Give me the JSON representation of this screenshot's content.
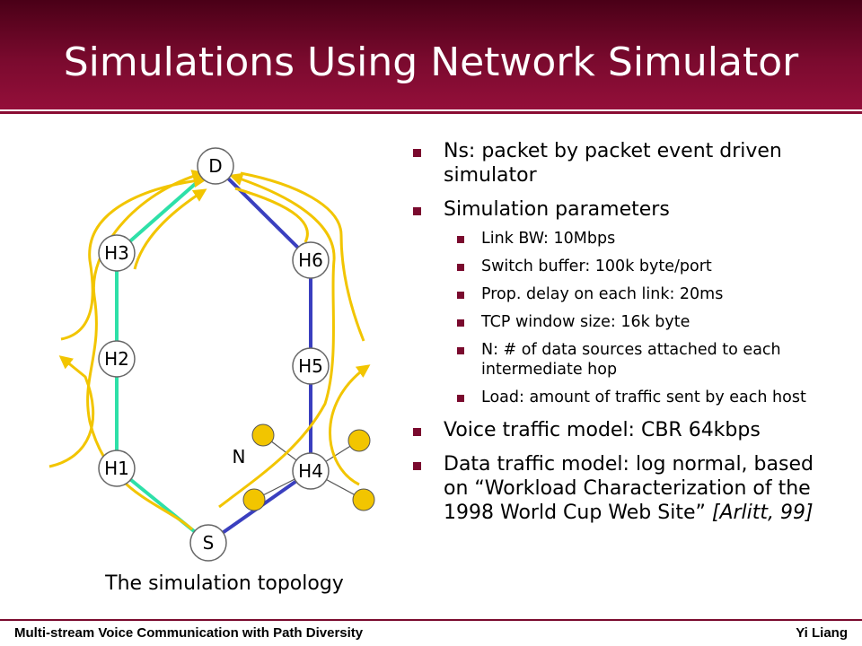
{
  "slide": {
    "title": "Simulations Using Network Simulator",
    "caption": "The simulation topology",
    "footer_left": "Multi-stream Voice Communication with Path Diversity",
    "footer_right": "Yi Liang"
  },
  "diagram": {
    "nodes": [
      "D",
      "H3",
      "H6",
      "H2",
      "H5",
      "H1",
      "H4",
      "S"
    ],
    "extra_label": "N",
    "colors": {
      "left_path": "#2ee0a8",
      "right_path": "#3a3fbf",
      "arrows": "#f2c500",
      "source_dots": "#f2c500"
    }
  },
  "bullets": {
    "b1": "Ns: packet by packet event driven simulator",
    "b2": "Simulation parameters",
    "s1": "Link BW: 10Mbps",
    "s2": "Switch buffer: 100k byte/port",
    "s3": "Prop. delay on each link: 20ms",
    "s4": "TCP window size: 16k byte",
    "s5": "N: # of data sources attached to each intermediate hop",
    "s6": "Load: amount of traffic sent by each host",
    "b3": "Voice traffic model: CBR 64kbps",
    "b4_main": "Data traffic model: log normal, based on “Workload Characterization of the 1998 World Cup Web Site” ",
    "b4_cite": "[Arlitt, 99]"
  },
  "icons": {
    "bullet": "square-bullet-icon"
  }
}
